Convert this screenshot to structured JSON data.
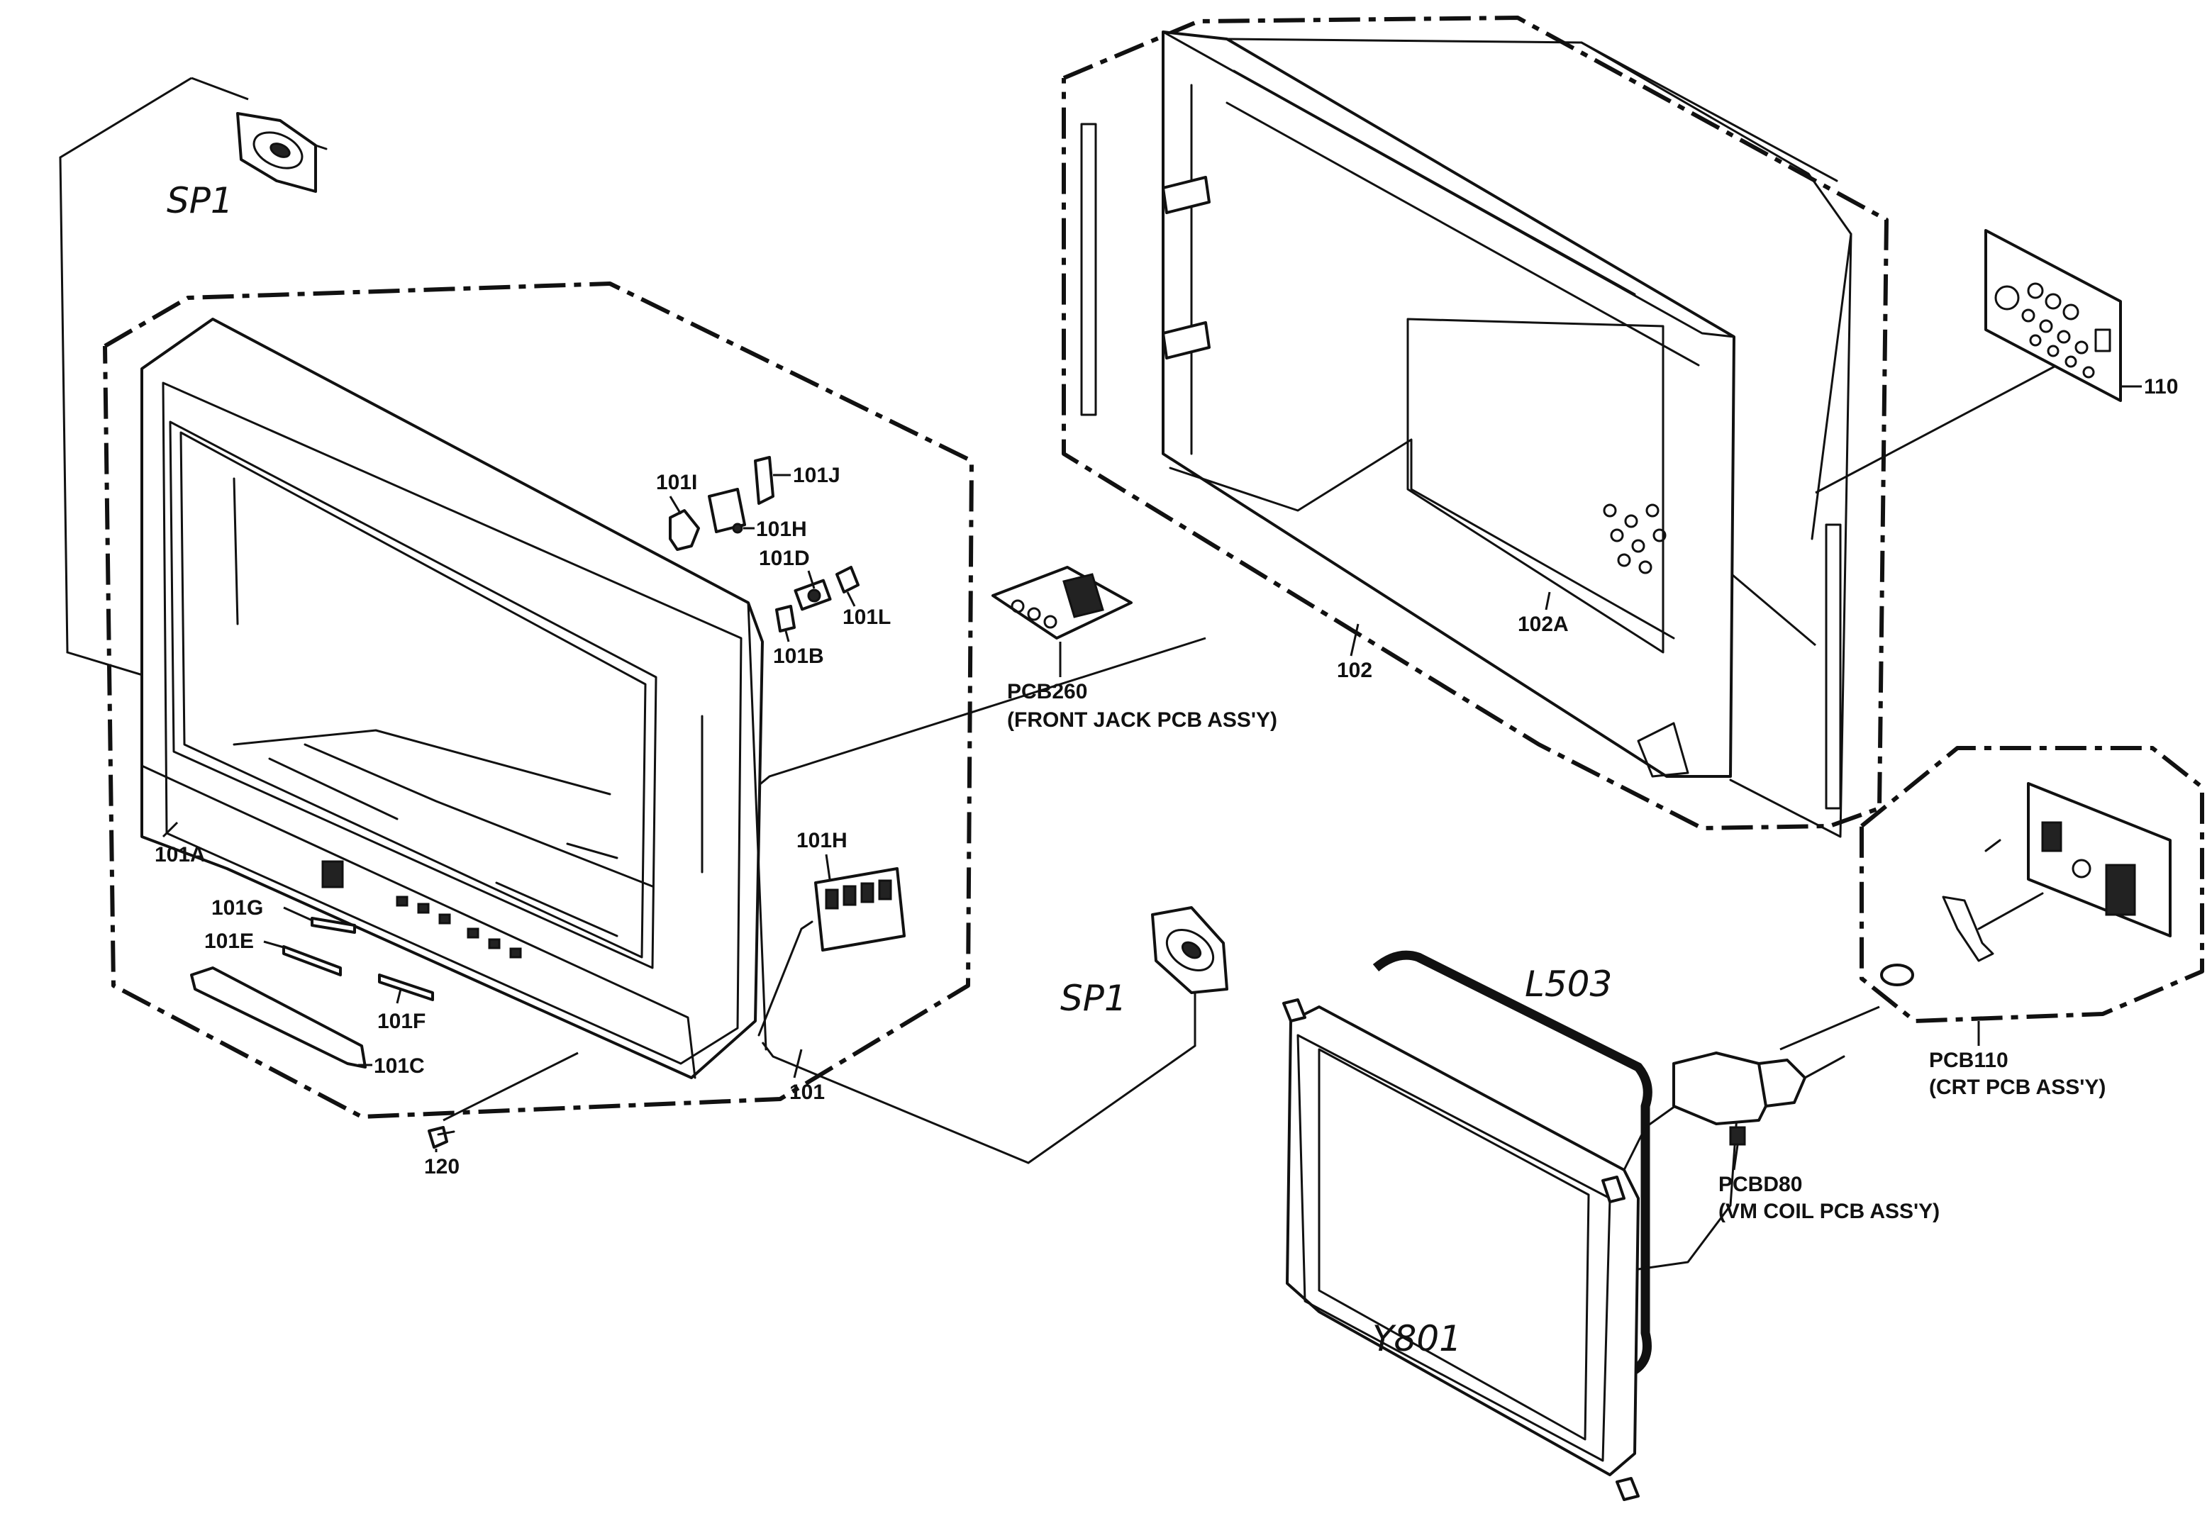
{
  "labels": {
    "sp1_top": "SP1",
    "sp1_bottom": "SP1",
    "l101I": "101I",
    "l101J": "101J",
    "l101H_top": "101H",
    "l101D": "101D",
    "l101L": "101L",
    "l101B": "101B",
    "l101A": "101A",
    "l101G": "101G",
    "l101E": "101E",
    "l101F": "101F",
    "l101C": "101C",
    "l101": "101",
    "l120": "120",
    "l101H_bottom": "101H",
    "pcb260": "PCB260",
    "pcb260_desc": "(FRONT JACK PCB ASS'Y)",
    "l102": "102",
    "l102A": "102A",
    "l110": "110",
    "pcb110": "PCB110",
    "pcb110_desc": "(CRT PCB ASS'Y)",
    "pcbd80": "PCBD80",
    "pcbd80_desc": "(VM COIL PCB ASS'Y)",
    "l503": "L503",
    "y801": "Y801"
  }
}
